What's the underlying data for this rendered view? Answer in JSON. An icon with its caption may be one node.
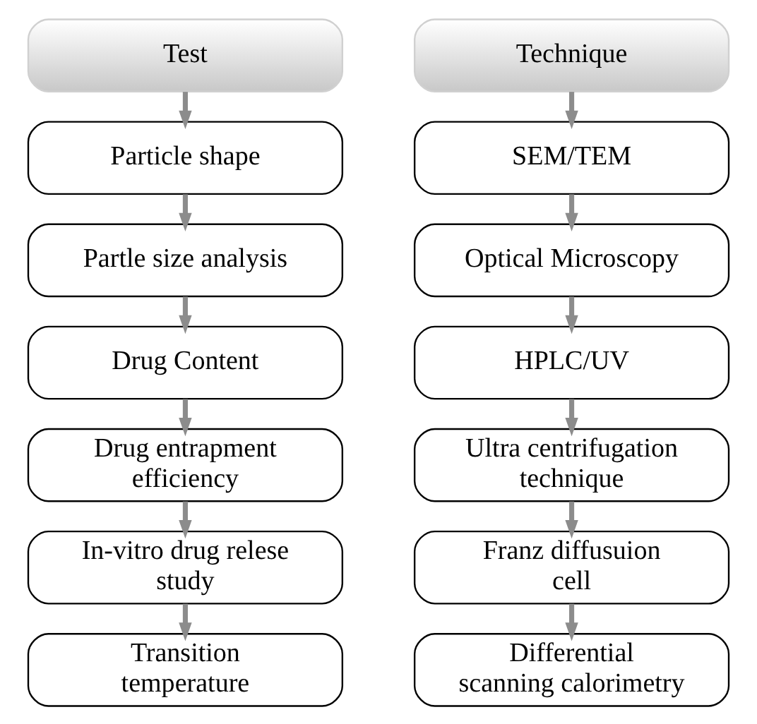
{
  "diagram": {
    "nodes": [
      {
        "text": [
          "Test"
        ]
      },
      {
        "text": [
          "Particle shape"
        ]
      },
      {
        "text": [
          "Partle size analysis"
        ]
      },
      {
        "text": [
          "Drug Content"
        ]
      },
      {
        "text": [
          "Drug entrapment efficiency"
        ]
      },
      {
        "text": [
          "In-vitro drug relese study"
        ]
      },
      {
        "text": [
          "Transition temperature"
        ]
      },
      {
        "text": [
          "Technique"
        ]
      },
      {
        "text": [
          "SEM/TEM"
        ]
      },
      {
        "text": [
          "Optical Microscopy"
        ]
      },
      {
        "text": [
          "HPLC/UV"
        ]
      },
      {
        "text": [
          "Ultra centrifugation technique"
        ]
      },
      {
        "text": [
          "Franz diffusuion cell"
        ]
      },
      {
        "text": [
          "Differential scanning calorimetry"
        ]
      }
    ],
    "edges": [
      {
        "from": 0,
        "to": 1,
        "arrow": "to"
      },
      {
        "from": 1,
        "to": 2,
        "arrow": "to"
      },
      {
        "from": 2,
        "to": 3,
        "arrow": "to"
      },
      {
        "from": 3,
        "to": 4,
        "arrow": "to"
      },
      {
        "from": 4,
        "to": 5,
        "arrow": "to"
      },
      {
        "from": 5,
        "to": 6,
        "arrow": "to"
      },
      {
        "from": 7,
        "to": 8,
        "arrow": "to"
      },
      {
        "from": 8,
        "to": 9,
        "arrow": "to"
      },
      {
        "from": 9,
        "to": 10,
        "arrow": "to"
      },
      {
        "from": 10,
        "to": 11,
        "arrow": "to"
      },
      {
        "from": 11,
        "to": 12,
        "arrow": "to"
      },
      {
        "from": 12,
        "to": 13,
        "arrow": "to"
      }
    ]
  }
}
